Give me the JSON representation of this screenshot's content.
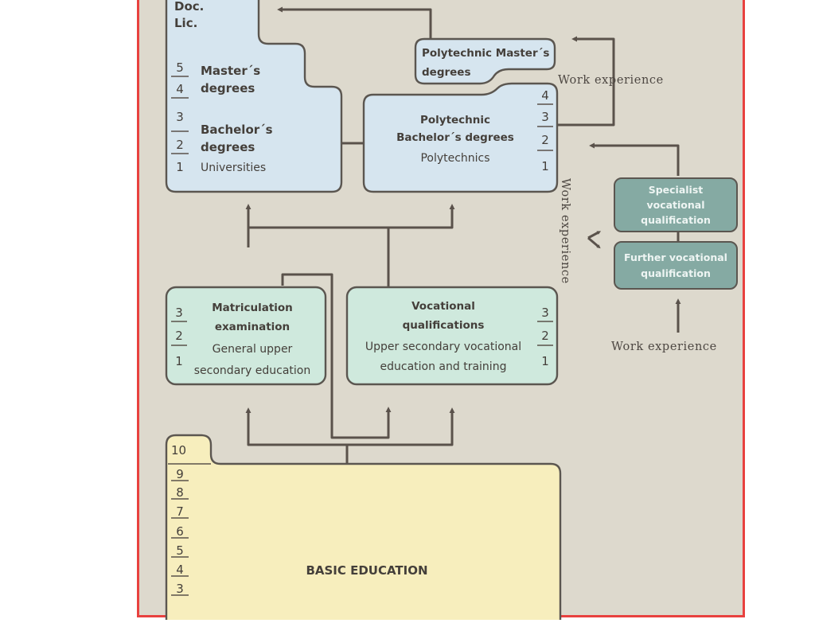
{
  "diagram": {
    "top_fragment": [
      "Doc.",
      "Lic."
    ],
    "university": {
      "masters": [
        "Master´s",
        "degrees"
      ],
      "bachelors": [
        "Bachelor´s",
        "degrees"
      ],
      "institution": "Universities",
      "years": [
        "5",
        "4",
        "3",
        "2",
        "1"
      ]
    },
    "poly_masters": [
      "Polytechnic Master´s",
      "degrees"
    ],
    "polytechnic": {
      "lines": [
        "Polytechnic",
        "Bachelor´s degrees"
      ],
      "institution": "Polytechnics",
      "years": [
        "4",
        "3",
        "2",
        "1"
      ]
    },
    "matriculation": {
      "lines": [
        "Matriculation",
        "examination"
      ],
      "sub_lines": [
        "General upper",
        "secondary education"
      ],
      "years": [
        "3",
        "2",
        "1"
      ]
    },
    "vocational": {
      "lines": [
        "Vocational",
        "qualifications"
      ],
      "sub_lines": [
        "Upper secondary vocational",
        "education and training"
      ],
      "years": [
        "3",
        "2",
        "1"
      ]
    },
    "specialist": [
      "Specialist",
      "vocational",
      "qualification"
    ],
    "further": [
      "Further vocational",
      "qualification"
    ],
    "work_experience": "Work experience",
    "basic": {
      "title": "BASIC EDUCATION",
      "year_tab": "10",
      "years": [
        "9",
        "8",
        "7",
        "6",
        "5",
        "4",
        "3"
      ]
    }
  },
  "colors": {
    "frame_border": "#e8413f",
    "background": "#ddd9cd",
    "higher_education_box": "#d6e5ef",
    "upper_secondary_box": "#cfe9dd",
    "basic_education_box": "#f7eebd",
    "adult_qualification_box": "#85aaa3",
    "connector": "#5a524b"
  }
}
